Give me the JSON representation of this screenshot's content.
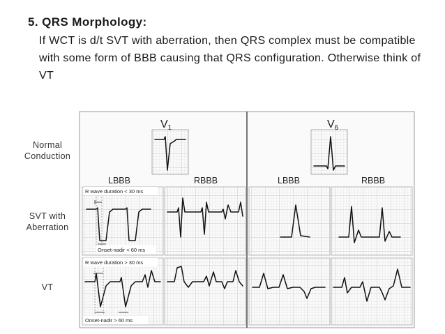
{
  "slide": {
    "heading": "5. QRS Morphology:",
    "body_main": "If WCT is d/t SVT with aberration, then QRS complex must be compatible with some form of BBB causing that QRS configuration.",
    "body_tail": " Otherwise think of VT"
  },
  "rows": {
    "normal": "Normal\nConduction",
    "svt": "SVT with\nAberration",
    "vt": "VT"
  },
  "leads": {
    "v1": "V",
    "v1_sub": "1",
    "v6": "V",
    "v6_sub": "6"
  },
  "columns": {
    "v1_lbbb": "LBBB",
    "v1_rbbb": "RBBB",
    "v6_lbbb": "LBBB",
    "v6_rbbb": "RBBB"
  },
  "annotations": {
    "svt_r_wave": "R wave duration < 30 ms",
    "svt_onset": "Onset-nadir < 60 ms",
    "vt_r_wave": "R wave duration > 30 ms",
    "vt_onset": "Onset-nadir > 60 ms"
  },
  "colors": {
    "grid_minor": "#d9d9d9",
    "grid_major": "#bdbdbd",
    "trace": "#111111",
    "divider": "#555555"
  }
}
